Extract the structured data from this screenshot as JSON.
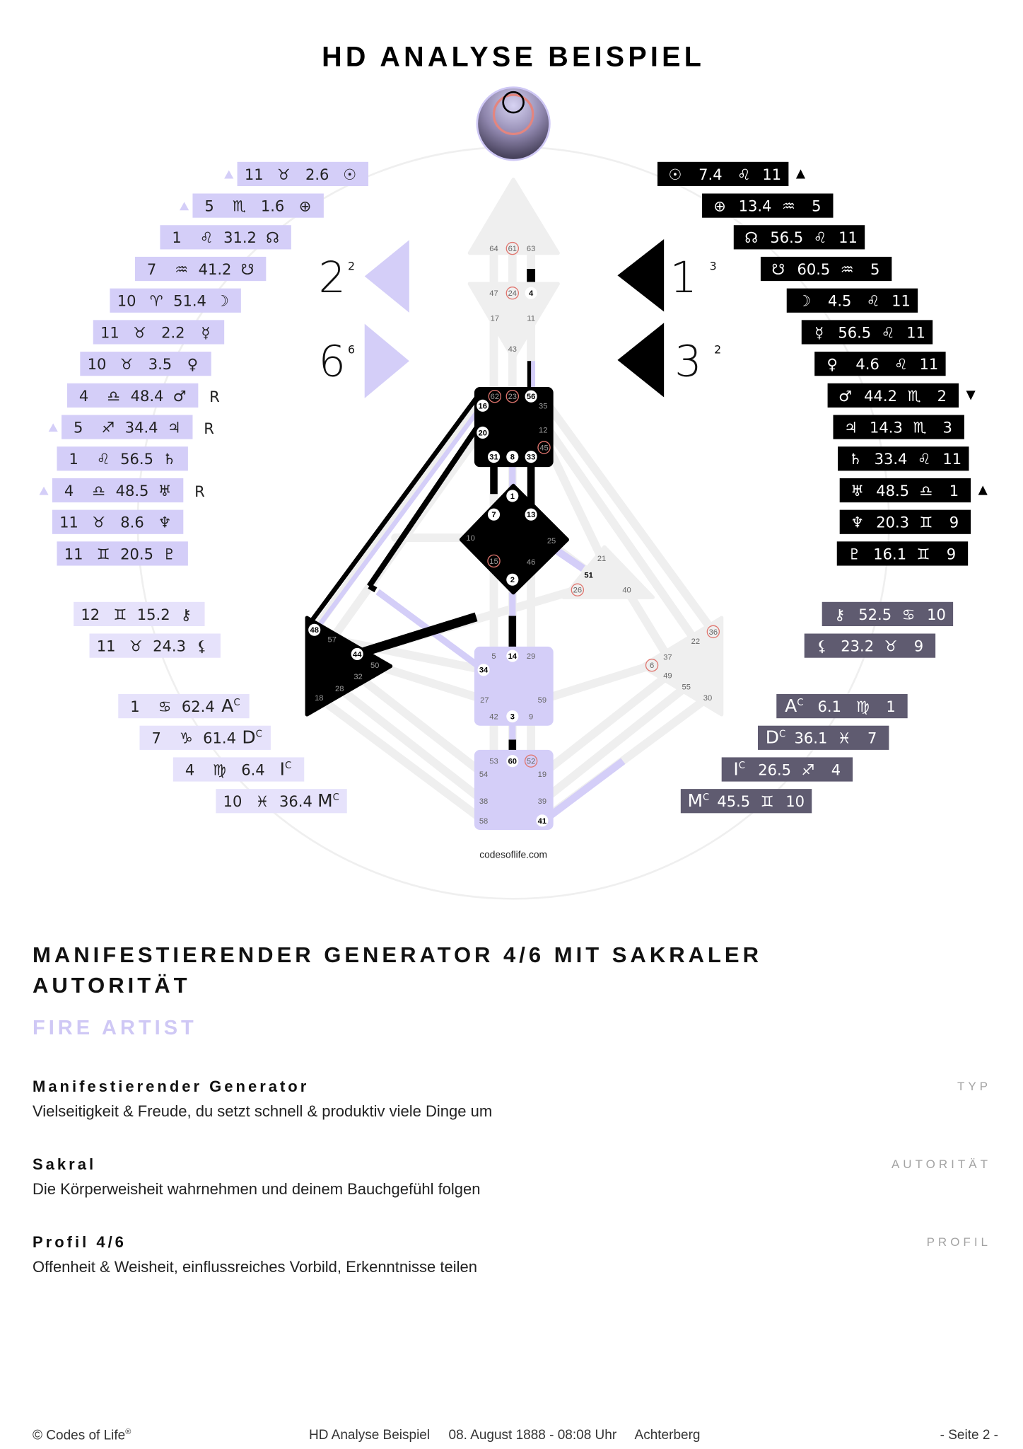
{
  "header": {
    "title": "HD ANALYSE BEISPIEL"
  },
  "colors": {
    "design": "#d4cef8",
    "design_light": "#e6e2fb",
    "personality": "#000000",
    "personality_extra": "#5f5b70",
    "open_center": "#efefef",
    "design_gate_ring": "#e0766f"
  },
  "design": {
    "rows": [
      {
        "gate": "11",
        "sign": "♉",
        "degree": "2.6",
        "planet": "☉",
        "marker": "up"
      },
      {
        "gate": "5",
        "sign": "♏",
        "degree": "1.6",
        "planet": "⊕",
        "marker": "up"
      },
      {
        "gate": "1",
        "sign": "♌",
        "degree": "31.2",
        "planet": "☊"
      },
      {
        "gate": "7",
        "sign": "♒",
        "degree": "41.2",
        "planet": "☋"
      },
      {
        "gate": "10",
        "sign": "♈",
        "degree": "51.4",
        "planet": "☽"
      },
      {
        "gate": "11",
        "sign": "♉",
        "degree": "2.2",
        "planet": "☿"
      },
      {
        "gate": "10",
        "sign": "♉",
        "degree": "3.5",
        "planet": "♀"
      },
      {
        "gate": "4",
        "sign": "♎",
        "degree": "48.4",
        "planet": "♂",
        "retro": "R"
      },
      {
        "gate": "5",
        "sign": "♐",
        "degree": "34.4",
        "planet": "♃",
        "marker": "up",
        "retro": "R"
      },
      {
        "gate": "1",
        "sign": "♌",
        "degree": "56.5",
        "planet": "♄"
      },
      {
        "gate": "4",
        "sign": "♎",
        "degree": "48.5",
        "planet": "♅",
        "marker": "up",
        "retro": "R"
      },
      {
        "gate": "11",
        "sign": "♉",
        "degree": "8.6",
        "planet": "♆"
      },
      {
        "gate": "11",
        "sign": "♊",
        "degree": "20.5",
        "planet": "♇"
      }
    ],
    "extra_rows": [
      {
        "gate": "12",
        "sign": "♊",
        "degree": "15.2",
        "planet": "⚷"
      },
      {
        "gate": "11",
        "sign": "♉",
        "degree": "24.3",
        "planet": "⚸"
      },
      {
        "gate": "1",
        "sign": "♋",
        "degree": "62.4",
        "planet": "AC"
      },
      {
        "gate": "7",
        "sign": "♑",
        "degree": "61.4",
        "planet": "DC"
      },
      {
        "gate": "4",
        "sign": "♍",
        "degree": "6.4",
        "planet": "IC"
      },
      {
        "gate": "10",
        "sign": "♓",
        "degree": "36.4",
        "planet": "MC"
      }
    ],
    "arrows": [
      {
        "digit": "2",
        "sup": "2",
        "direction": "left"
      },
      {
        "digit": "6",
        "sup": "6",
        "direction": "right"
      }
    ]
  },
  "personality": {
    "rows": [
      {
        "planet": "☉",
        "degree": "7.4",
        "sign": "♌",
        "gate": "11",
        "marker": "up"
      },
      {
        "planet": "⊕",
        "degree": "13.4",
        "sign": "♒",
        "gate": "5"
      },
      {
        "planet": "☊",
        "degree": "56.5",
        "sign": "♌",
        "gate": "11"
      },
      {
        "planet": "☋",
        "degree": "60.5",
        "sign": "♒",
        "gate": "5"
      },
      {
        "planet": "☽",
        "degree": "4.5",
        "sign": "♌",
        "gate": "11"
      },
      {
        "planet": "☿",
        "degree": "56.5",
        "sign": "♌",
        "gate": "11"
      },
      {
        "planet": "♀",
        "degree": "4.6",
        "sign": "♌",
        "gate": "11"
      },
      {
        "planet": "♂",
        "degree": "44.2",
        "sign": "♏",
        "gate": "2",
        "marker": "down"
      },
      {
        "planet": "♃",
        "degree": "14.3",
        "sign": "♏",
        "gate": "3"
      },
      {
        "planet": "♄",
        "degree": "33.4",
        "sign": "♌",
        "gate": "11"
      },
      {
        "planet": "♅",
        "degree": "48.5",
        "sign": "♎",
        "gate": "1",
        "marker": "up"
      },
      {
        "planet": "♆",
        "degree": "20.3",
        "sign": "♊",
        "gate": "9"
      },
      {
        "planet": "♇",
        "degree": "16.1",
        "sign": "♊",
        "gate": "9"
      }
    ],
    "extra_rows": [
      {
        "planet": "⚷",
        "degree": "52.5",
        "sign": "♋",
        "gate": "10"
      },
      {
        "planet": "⚸",
        "degree": "23.2",
        "sign": "♉",
        "gate": "9"
      },
      {
        "planet": "AC",
        "degree": "6.1",
        "sign": "♍",
        "gate": "1"
      },
      {
        "planet": "DC",
        "degree": "36.1",
        "sign": "♓",
        "gate": "7"
      },
      {
        "planet": "IC",
        "degree": "26.5",
        "sign": "♐",
        "gate": "4"
      },
      {
        "planet": "MC",
        "degree": "45.5",
        "sign": "♊",
        "gate": "10"
      }
    ],
    "arrows": [
      {
        "digit": "1",
        "sup": "3",
        "direction": "left"
      },
      {
        "digit": "3",
        "sup": "2",
        "direction": "left"
      }
    ]
  },
  "bodygraph": {
    "centers": {
      "head": "open",
      "ajna": "open",
      "throat": "black",
      "g": "black",
      "heart": "open",
      "sacral": "design",
      "root": "design",
      "spleen": "black",
      "solar_plexus": "open"
    },
    "gates": [
      {
        "n": "64"
      },
      {
        "n": "61",
        "mark": "design"
      },
      {
        "n": "63"
      },
      {
        "n": "47"
      },
      {
        "n": "24",
        "mark": "design"
      },
      {
        "n": "4",
        "mark": "personality"
      },
      {
        "n": "17"
      },
      {
        "n": "11"
      },
      {
        "n": "43"
      },
      {
        "n": "62",
        "mark": "design"
      },
      {
        "n": "23",
        "mark": "design"
      },
      {
        "n": "56",
        "mark": "personality"
      },
      {
        "n": "35"
      },
      {
        "n": "16",
        "mark": "personality"
      },
      {
        "n": "20",
        "mark": "personality"
      },
      {
        "n": "12"
      },
      {
        "n": "45",
        "mark": "design"
      },
      {
        "n": "31",
        "mark": "personality"
      },
      {
        "n": "8",
        "mark": "personality"
      },
      {
        "n": "33",
        "mark": "personality"
      },
      {
        "n": "1",
        "mark": "personality"
      },
      {
        "n": "7",
        "mark": "personality"
      },
      {
        "n": "13",
        "mark": "personality"
      },
      {
        "n": "10"
      },
      {
        "n": "25"
      },
      {
        "n": "15",
        "mark": "design"
      },
      {
        "n": "46"
      },
      {
        "n": "2",
        "mark": "personality"
      },
      {
        "n": "21"
      },
      {
        "n": "51",
        "mark": "bold"
      },
      {
        "n": "26",
        "mark": "design"
      },
      {
        "n": "40"
      },
      {
        "n": "5"
      },
      {
        "n": "14",
        "mark": "personality"
      },
      {
        "n": "29"
      },
      {
        "n": "34",
        "mark": "personality"
      },
      {
        "n": "27"
      },
      {
        "n": "59"
      },
      {
        "n": "42"
      },
      {
        "n": "3",
        "mark": "personality"
      },
      {
        "n": "9"
      },
      {
        "n": "53"
      },
      {
        "n": "60",
        "mark": "personality"
      },
      {
        "n": "52",
        "mark": "design"
      },
      {
        "n": "54"
      },
      {
        "n": "19"
      },
      {
        "n": "38"
      },
      {
        "n": "39"
      },
      {
        "n": "58"
      },
      {
        "n": "41",
        "mark": "personality"
      },
      {
        "n": "48",
        "mark": "personality"
      },
      {
        "n": "57"
      },
      {
        "n": "44",
        "mark": "personality"
      },
      {
        "n": "50"
      },
      {
        "n": "32"
      },
      {
        "n": "28"
      },
      {
        "n": "18"
      },
      {
        "n": "36",
        "mark": "design"
      },
      {
        "n": "22"
      },
      {
        "n": "37"
      },
      {
        "n": "6",
        "mark": "design"
      },
      {
        "n": "49"
      },
      {
        "n": "55"
      },
      {
        "n": "30"
      }
    ],
    "website": "codesoflife.com"
  },
  "summary": {
    "heading": "MANIFESTIERENDER GENERATOR 4/6 MIT SAKRALER AUTORITÄT",
    "subheading": "FIRE ARTIST",
    "sections": [
      {
        "title": "Manifestierender Generator",
        "description": "Vielseitigkeit & Freude, du setzt schnell & produktiv viele Dinge um",
        "label": "TYP"
      },
      {
        "title": "Sakral",
        "description": "Die Körperweisheit wahrnehmen und deinem Bauchgefühl folgen",
        "label": "AUTORITÄT"
      },
      {
        "title": "Profil 4/6",
        "description": "Offenheit & Weisheit, einflussreiches Vorbild, Erkenntnisse teilen",
        "label": "PROFIL"
      }
    ]
  },
  "footer": {
    "copyright": "© Codes of Life",
    "registered": "®",
    "document": "HD Analyse Beispiel",
    "date": "08. August 1888 - 08:08 Uhr",
    "place": "Achterberg",
    "page": "- Seite 2 -"
  }
}
